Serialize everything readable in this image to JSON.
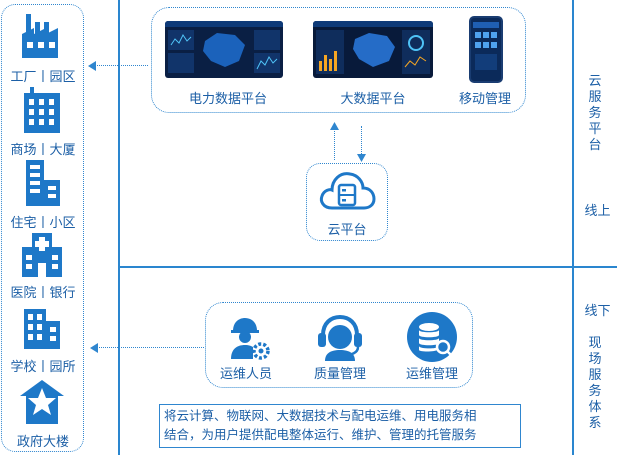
{
  "buildings": [
    {
      "label": "工厂丨园区",
      "icon": "factory-icon"
    },
    {
      "label": "商场丨大厦",
      "icon": "building-icon"
    },
    {
      "label": "住宅丨小区",
      "icon": "residence-icon"
    },
    {
      "label": "医院丨银行",
      "icon": "hospital-icon"
    },
    {
      "label": "学校丨园所",
      "icon": "school-icon"
    },
    {
      "label": "政府大楼",
      "icon": "government-icon"
    }
  ],
  "platforms": [
    {
      "label": "电力数据平台"
    },
    {
      "label": "大数据平台"
    },
    {
      "label": "移动管理"
    }
  ],
  "cloud_label": "云平台",
  "services": [
    {
      "label": "运维人员"
    },
    {
      "label": "质量管理"
    },
    {
      "label": "运维管理"
    }
  ],
  "right_labels": {
    "cloud_service": "云服务平台",
    "online": "线上",
    "offline": "线下",
    "onsite_service": "现场服务体系"
  },
  "description": {
    "line1": "将云计算、物联网、大数据技术与配电运维、用电服务相",
    "line2": "结合，为用户提供配电整体运行、维护、管理的托管服务"
  },
  "colors": {
    "primary": "#1e78c8",
    "line": "#2a86cf"
  }
}
